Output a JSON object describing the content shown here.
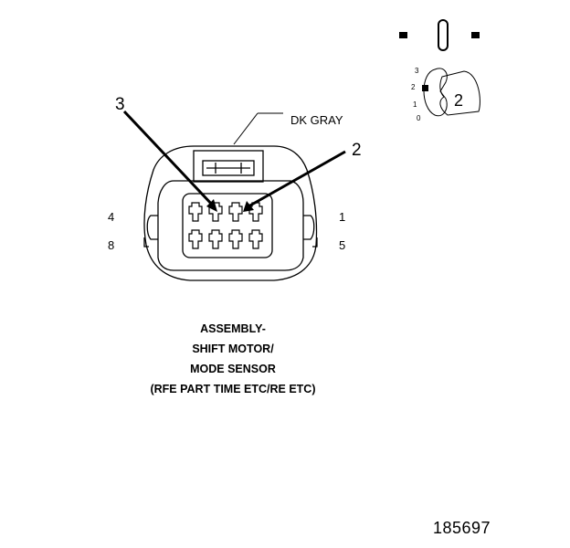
{
  "connector": {
    "wire_color": "DK GRAY",
    "pin_labels": {
      "top_left": "4",
      "bottom_left": "8",
      "top_right": "1",
      "bottom_right": "5"
    },
    "callouts": [
      {
        "label": "3"
      },
      {
        "label": "2"
      }
    ],
    "cavity_count": 8
  },
  "caption": {
    "lines": [
      "ASSEMBLY-",
      "SHIFT MOTOR/",
      "MODE SENSOR",
      "(RFE PART TIME ETC/RE ETC)"
    ]
  },
  "key_view": {
    "positions": [
      "3",
      "2",
      "1",
      "0"
    ],
    "key_number": "2"
  },
  "figure_id": "185697",
  "colors": {
    "line": "#000000",
    "background": "#ffffff"
  }
}
